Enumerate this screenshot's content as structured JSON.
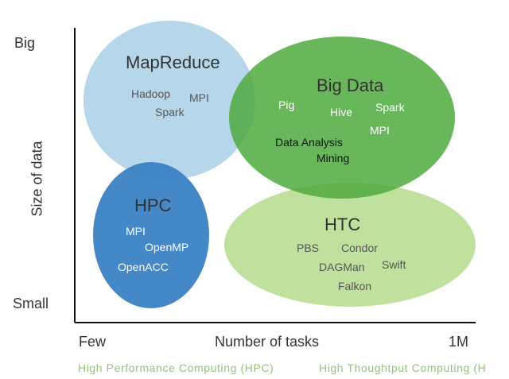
{
  "axes": {
    "y_top": "Big",
    "y_bottom": "Small",
    "y_title": "Size of data",
    "x_left": "Few",
    "x_title": "Number of tasks",
    "x_right": "1M"
  },
  "regions": {
    "mapreduce": {
      "title": "MapReduce",
      "items": [
        "Hadoop",
        "MPI",
        "Spark"
      ],
      "color": "#a9cfe6"
    },
    "bigdata": {
      "title": "Big Data",
      "items": [
        "Pig",
        "Hive",
        "Spark",
        "MPI",
        "Data Analysis",
        "Mining"
      ],
      "color": "#4faa3e"
    },
    "hpc": {
      "title": "HPC",
      "items": [
        "MPI",
        "OpenMP",
        "OpenACC"
      ],
      "color": "#3a82c4"
    },
    "htc": {
      "title": "HTC",
      "items": [
        "PBS",
        "Condor",
        "DAGMan",
        "Swift",
        "Falkon"
      ],
      "color": "#b5dc8c"
    }
  },
  "footer": {
    "left": "High Performance Computing (HPC)",
    "right": "High Thoughtput Computing (H"
  }
}
